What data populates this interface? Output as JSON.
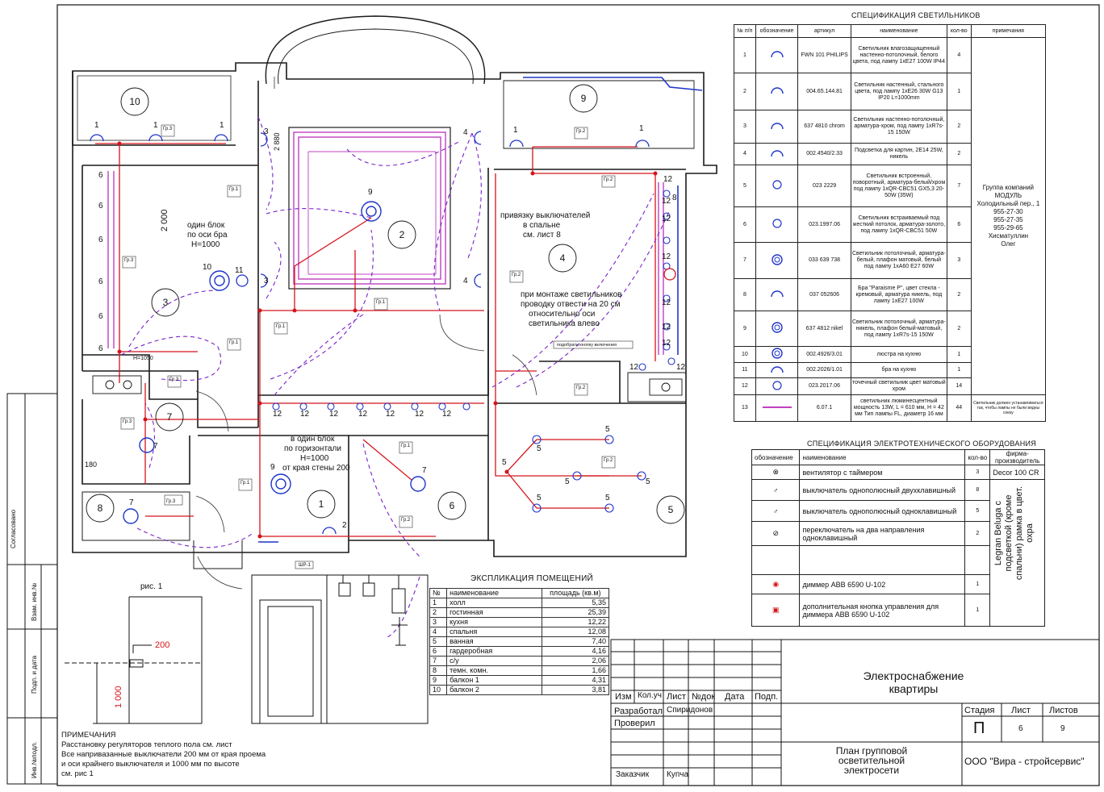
{
  "rooms": [
    {
      "no": "1"
    },
    {
      "no": "2"
    },
    {
      "no": "3"
    },
    {
      "no": "4"
    },
    {
      "no": "5"
    },
    {
      "no": "6"
    },
    {
      "no": "7"
    },
    {
      "no": "8"
    },
    {
      "no": "9"
    },
    {
      "no": "10"
    }
  ],
  "plan_notes": {
    "one_block_bra": [
      "один блок",
      "по оси бра",
      "Н=1000"
    ],
    "bedroom_switches": [
      "привязку выключателей",
      "в спальне",
      "см. лист 8"
    ],
    "shift_wiring": [
      "при монтаже светильников",
      "проводку отвести на 20 см",
      "относительно оси",
      "светильника влево"
    ],
    "horizontal_block": [
      "в один блок",
      "по горизонтали",
      "Н=1000",
      "от края стены 200"
    ],
    "dim_2000": "2 000",
    "dim_2880": "2 880",
    "dim_1050": "Н=1050",
    "dim_180": "180",
    "shr": "ШР-1",
    "gr1": "Гр.1",
    "gr2": "Гр.2",
    "gr3": "Гр.3",
    "tip": "подобрать кнопку включения"
  },
  "fig1": {
    "label": "рис. 1",
    "dim_200": "200",
    "dim_1000": "1 000"
  },
  "luminaires_spec": {
    "title": "СПЕЦИФИКАЦИЯ СВЕТИЛЬНИКОВ",
    "headers": [
      "№ п/п",
      "обозначение",
      "артикул",
      "наименование",
      "кол-во",
      "примечания"
    ],
    "rows": [
      {
        "n": "1",
        "article": "FWN 101 PHILIPS",
        "name": "Светильник влагозащищенный настенно-потолочный, белого цвета, под лампу 1хE27 100W IP44",
        "qty": "4"
      },
      {
        "n": "2",
        "article": "004.65.144.81",
        "name": "Светильник настенный, стального цвета, под лампу 1хE26 30W G13 IP20 L=1000mm",
        "qty": "1"
      },
      {
        "n": "3",
        "article": "637 4810 chrom",
        "name": "Светильник настенно-потолочный, арматура-хром, под лампу 1хR7s-15 150W",
        "qty": "2"
      },
      {
        "n": "4",
        "article": "002.4540/2.33",
        "name": "Подсветка для картин, 2E14 25W, никель",
        "qty": "2"
      },
      {
        "n": "5",
        "article": "023 2229",
        "name": "Светильник встроенный, поворотный, арматура-белый/хром под лампу 1хQR-CBC51 GХ5,3 20-50W (35W)",
        "qty": "7"
      },
      {
        "n": "6",
        "article": "023.1997.06",
        "name": "Светильник встраиваемый под жесткий потолок, арматура-золото, под лампу 1хQR-CBC51 50W",
        "qty": "6"
      },
      {
        "n": "7",
        "article": "033 639 738",
        "name": "Светильник потолочный, арматура-белый, плафон матовый, белый под лампу 1хA60 E27 60W",
        "qty": "3"
      },
      {
        "n": "8",
        "article": "037 052606",
        "name": "Бра \"Paraisme P\", цвет стекла - кремовый, арматура никель, под лампу 1хE27 100W",
        "qty": "2"
      },
      {
        "n": "9",
        "article": "637 4812 nikel",
        "name": "Светильник потолочный, арматура-никель, плафон белый-матовый, под лампу 1хR7s-15 150W",
        "qty": "2"
      },
      {
        "n": "10",
        "article": "002.4926/3.01",
        "name": "люстра на кухню",
        "qty": "1"
      },
      {
        "n": "11",
        "article": "002.2026/1.01",
        "name": "бра на кухню",
        "qty": "1"
      },
      {
        "n": "12",
        "article": "023.2017.06",
        "name": "точечный светильник цвет матовый хром",
        "qty": "14"
      },
      {
        "n": "13",
        "article": "6.07.1",
        "name": "светильник люминесцентный мощность 13W, L = 610 мм, Н = 42 мм Тип лампы FL, диаметр 16 мм",
        "qty": "44"
      }
    ],
    "supplier": [
      "Группа компаний",
      "МОДУЛЬ",
      "Холодильный пер., 1",
      "955-27-30",
      "955-27-35",
      "955-29-65",
      "Хисматуллин",
      "Олег"
    ],
    "note13": "Светильник должен устанавливаться так, чтобы лампы не были видны снизу"
  },
  "electro_spec": {
    "title": "СПЕЦИФИКАЦИЯ ЭЛЕКТРОТЕХНИЧЕСКОГО ОБОРУДОВАНИЯ",
    "headers": [
      "обозначение",
      "наименование",
      "кол-во",
      "фирма-производитель"
    ],
    "rows": [
      {
        "name": "вентилятор с таймером",
        "qty": "3",
        "maker": "Decor 100 CR"
      },
      {
        "name": "выключатель однополюсный двухклавишный",
        "qty": "8"
      },
      {
        "name": "выключатель однополюсный одноклавишный",
        "qty": "5"
      },
      {
        "name": "переключатель на два направления одноклавишный",
        "qty": "2"
      },
      {
        "name": "",
        "qty": ""
      },
      {
        "name": "диммер ABB 6590 U-102",
        "qty": "1"
      },
      {
        "name": "дополнительная кнопка управления для диммера ABB 6590 U-102",
        "qty": "1"
      }
    ],
    "maker_vertical": "Legran Beluga с подсветкой (кроме спальни) рамка в цвет. охра"
  },
  "explication": {
    "title": "ЭКСПЛИКАЦИЯ ПОМЕЩЕНИЙ",
    "headers": [
      "№",
      "наименование",
      "площадь (кв.м)"
    ],
    "rows": [
      {
        "n": "1",
        "name": "холл",
        "area": "5,35"
      },
      {
        "n": "2",
        "name": "гостинная",
        "area": "25,39"
      },
      {
        "n": "3",
        "name": "кухня",
        "area": "12,22"
      },
      {
        "n": "4",
        "name": "спальня",
        "area": "12,08"
      },
      {
        "n": "5",
        "name": "ванная",
        "area": "7,40"
      },
      {
        "n": "6",
        "name": "гардеробная",
        "area": "4,16"
      },
      {
        "n": "7",
        "name": "с/у",
        "area": "2,06"
      },
      {
        "n": "8",
        "name": "темн. комн.",
        "area": "1,66"
      },
      {
        "n": "9",
        "name": "балкон 1",
        "area": "4,31"
      },
      {
        "n": "10",
        "name": "балкон 2",
        "area": "3,81"
      }
    ]
  },
  "notes": {
    "title": "ПРИМЕЧАНИЯ",
    "lines": [
      "Расстановку регуляторов теплого пола см. лист",
      "Все напривазанные выключатели 200 мм от края проема",
      "и оси крайнего выключателя и 1000 мм по высоте",
      "см. рис 1"
    ]
  },
  "stamp": {
    "cols": [
      "Изм",
      "Кол.уч",
      "Лист",
      "№док",
      "Дата",
      "Подп."
    ],
    "developed": "Разработал",
    "developer": "Спиридонов",
    "checked": "Проверил",
    "customer_label": "Заказчик",
    "customer": "Купча",
    "project": [
      "Электроснабжение",
      "квартиры"
    ],
    "sheet_title": [
      "План групповой",
      "осветительной",
      "электросети"
    ],
    "stage_label": "Стадия",
    "sheet_label": "Лист",
    "sheets_label": "Листов",
    "stage": "П",
    "sheet": "6",
    "sheets": "9",
    "company": "ООО \"Вира - стройсервис\""
  },
  "side_stamp": [
    "Согласовано",
    "Взам. инв.№",
    "Подп. и дата",
    "Инв.№подл."
  ],
  "colors": {
    "wire": "#d4141b",
    "link": "#7a22c8",
    "luminaire": "#c040c0",
    "wall": "#1a1a1a",
    "pipe": "#1f35c9"
  }
}
